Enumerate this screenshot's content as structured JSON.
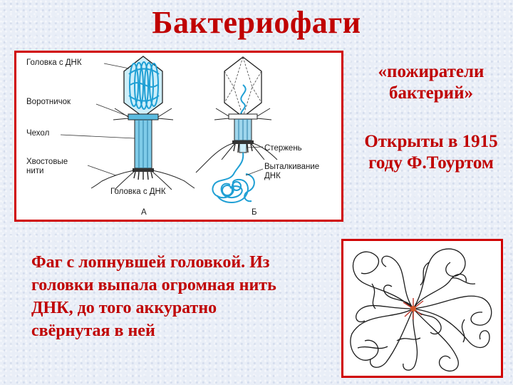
{
  "slide": {
    "title": "Бактериофаги",
    "side_note_1_line1": "«пожиратели",
    "side_note_1_line2": "бактерий»",
    "side_note_2_line1": "Открыты в 1915",
    "side_note_2_line2": "году Ф.Тоуртом",
    "caption_line1": "Фаг с лопнувшей головкой. Из",
    "caption_line2": "головки выпала огромная нить",
    "caption_line3": "ДНК, до того аккуратно",
    "caption_line4": "свёрнутая в ней"
  },
  "diagram": {
    "label_head_dna": "Головка с ДНК",
    "label_collar": "Воротничок",
    "label_sheath": "Чехол",
    "label_tail_fibers_1": "Хвостовые",
    "label_tail_fibers_2": "нити",
    "label_head_dna_bottom": "Головка с ДНК",
    "label_rod": "Стержень",
    "label_ejection_1": "Выталкивание",
    "label_ejection_2": "ДНК",
    "panel_a": "А",
    "panel_b": "Б"
  },
  "colors": {
    "title": "#c00000",
    "frame_border": "#d00000",
    "dna_blue": "#2aa6d6",
    "phage_outline": "#222222"
  },
  "icons": [
    "phage-diagram-a",
    "phage-diagram-b",
    "dna-strand-photo"
  ]
}
